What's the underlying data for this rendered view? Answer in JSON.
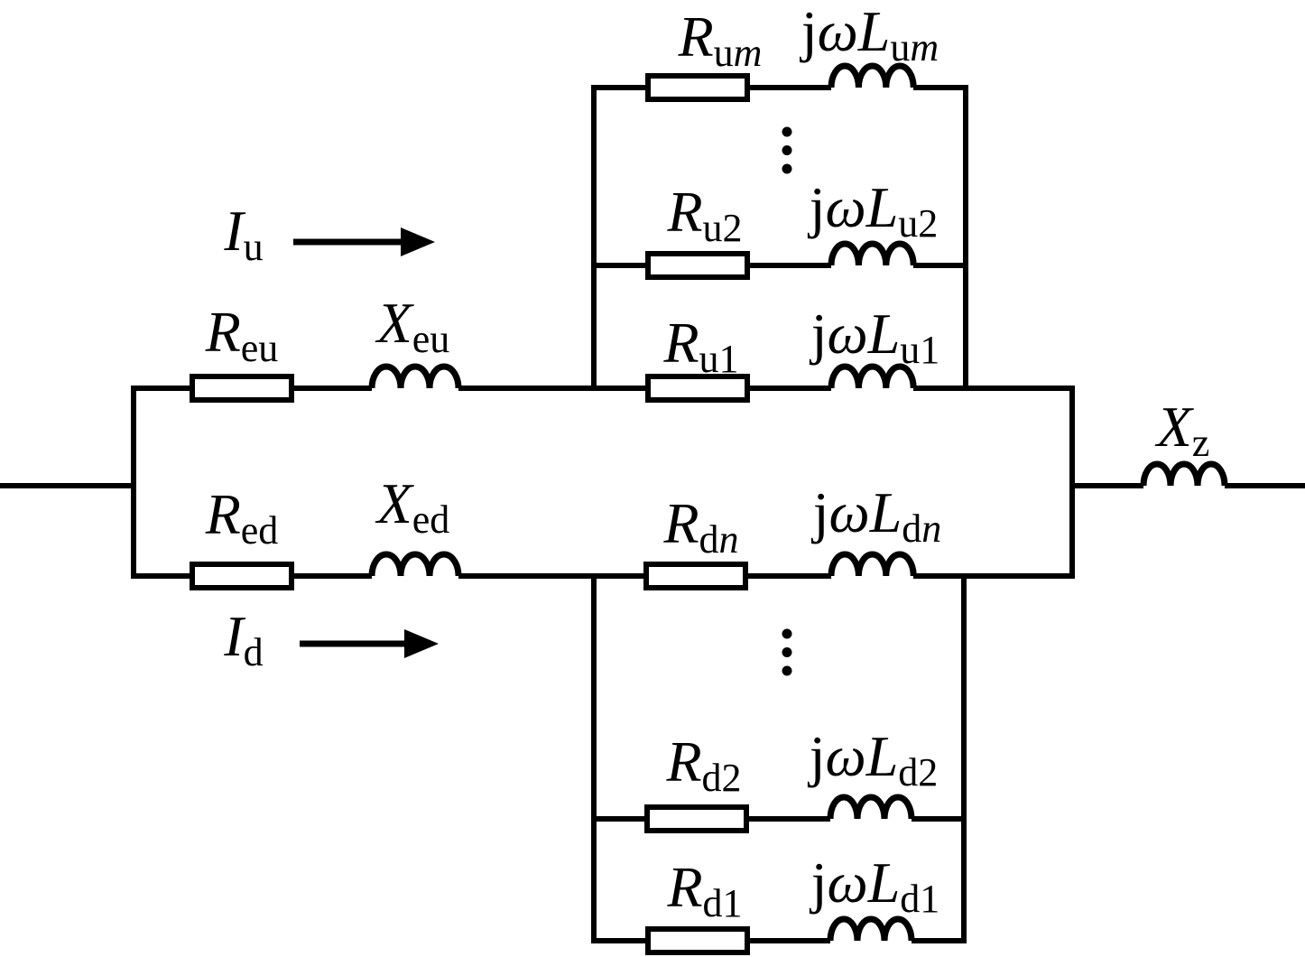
{
  "diagram": {
    "kind": "equivalent-circuit-schematic",
    "colors": {
      "line": "#000000",
      "background": "#ffffff"
    },
    "currents": {
      "i_u": {
        "base": "I",
        "sub": "u"
      },
      "i_d": {
        "base": "I",
        "sub": "d"
      }
    },
    "labels": {
      "r_eu": {
        "base": "R",
        "sub": "eu"
      },
      "x_eu": {
        "base": "X",
        "sub": "eu"
      },
      "r_ed": {
        "base": "R",
        "sub": "ed"
      },
      "x_ed": {
        "base": "X",
        "sub": "ed"
      },
      "r_um": {
        "base": "R",
        "sub": "u",
        "subi": "m"
      },
      "l_um": {
        "pre": "j",
        "omega": "ω",
        "base": "L",
        "sub": "u",
        "subi": "m"
      },
      "r_u2": {
        "base": "R",
        "sub": "u2"
      },
      "l_u2": {
        "pre": "j",
        "omega": "ω",
        "base": "L",
        "sub": "u2"
      },
      "r_u1": {
        "base": "R",
        "sub": "u1"
      },
      "l_u1": {
        "pre": "j",
        "omega": "ω",
        "base": "L",
        "sub": "u1"
      },
      "r_dn": {
        "base": "R",
        "sub": "d",
        "subi": "n"
      },
      "l_dn": {
        "pre": "j",
        "omega": "ω",
        "base": "L",
        "sub": "d",
        "subi": "n"
      },
      "r_d2": {
        "base": "R",
        "sub": "d2"
      },
      "l_d2": {
        "pre": "j",
        "omega": "ω",
        "base": "L",
        "sub": "d2"
      },
      "r_d1": {
        "base": "R",
        "sub": "d1"
      },
      "l_d1": {
        "pre": "j",
        "omega": "ω",
        "base": "L",
        "sub": "d1"
      },
      "x_z": {
        "base": "X",
        "sub": "z"
      }
    }
  }
}
